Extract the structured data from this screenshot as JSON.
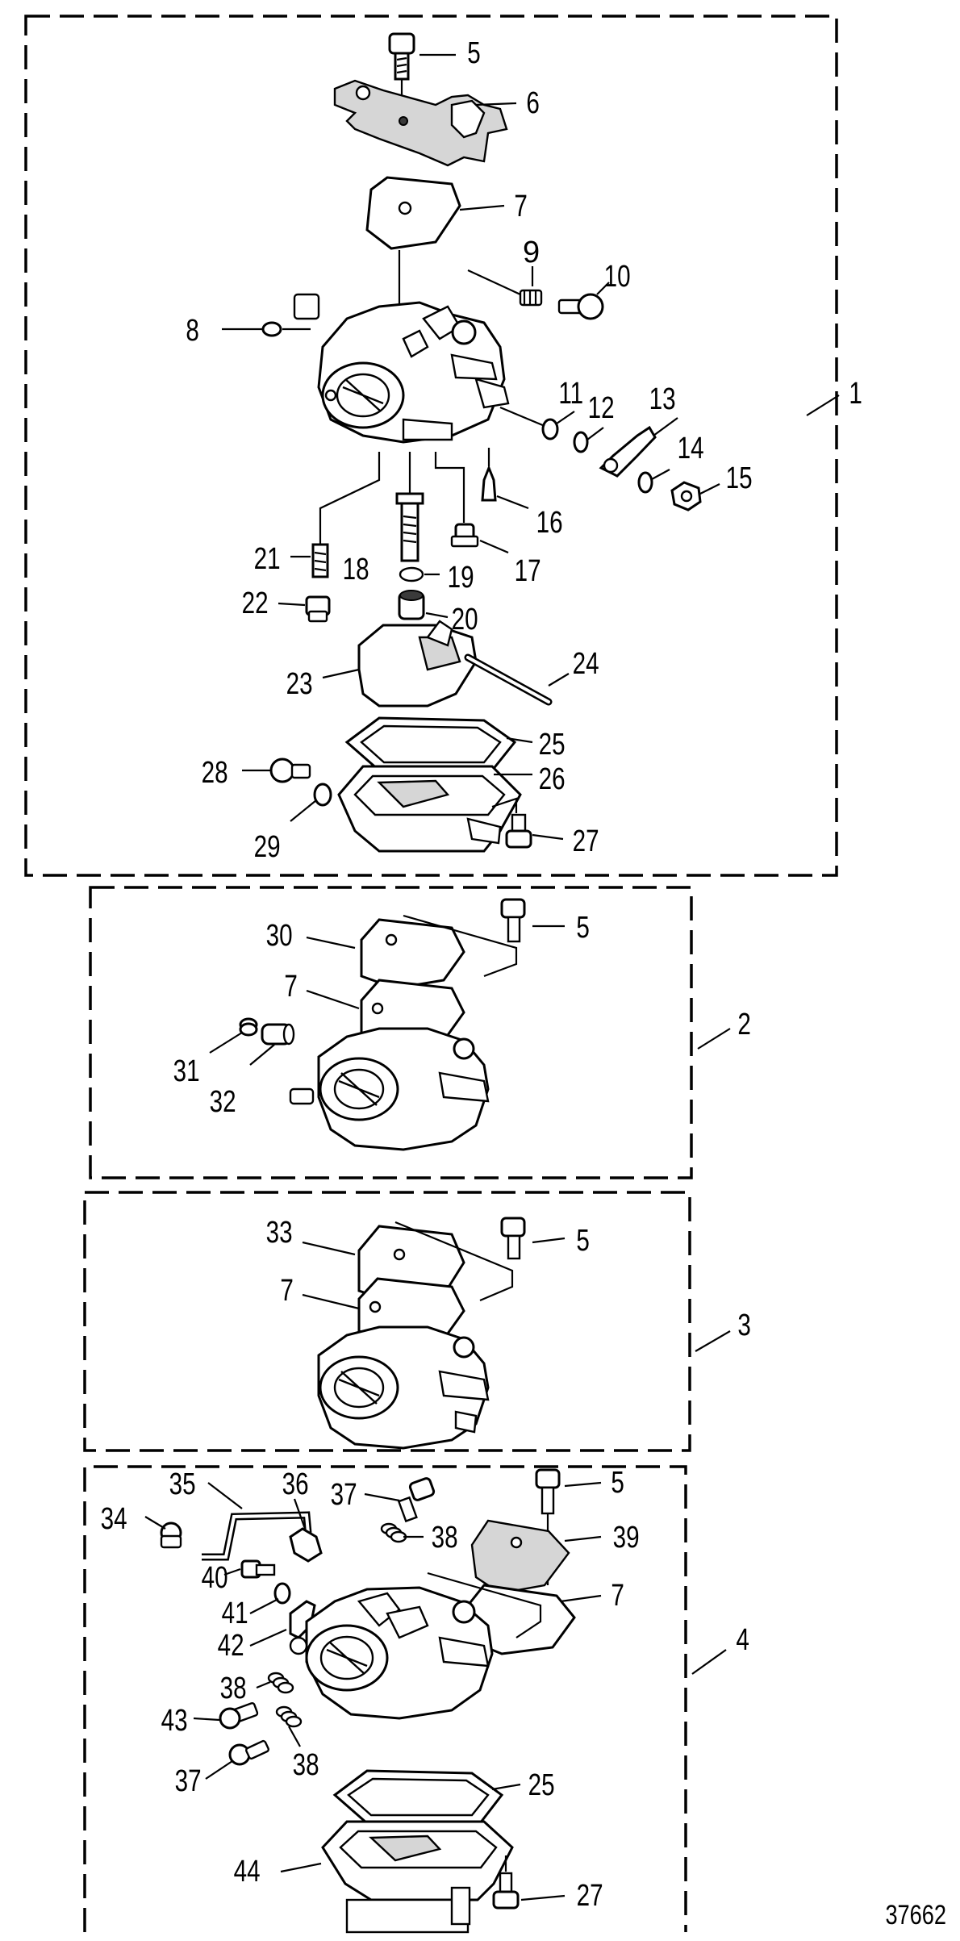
{
  "callouts": {
    "n1": "1",
    "n2": "2",
    "n3": "3",
    "n4": "4",
    "n5": "5",
    "n6": "6",
    "n7": "7",
    "n8": "8",
    "n9": "9",
    "n10": "10",
    "n11": "11",
    "n12": "12",
    "n13": "13",
    "n14": "14",
    "n15": "15",
    "n16": "16",
    "n17": "17",
    "n18": "18",
    "n19": "19",
    "n20": "20",
    "n21": "21",
    "n22": "22",
    "n23": "23",
    "n24": "24",
    "n25": "25",
    "n26": "26",
    "n27": "27",
    "n28": "28",
    "n29": "29",
    "n30": "30",
    "n31": "31",
    "n32": "32",
    "n33": "33",
    "n34": "34",
    "n35": "35",
    "n36": "36",
    "n37": "37",
    "n38": "38",
    "n39": "39",
    "n40": "40",
    "n41": "41",
    "n42": "42",
    "n43": "43",
    "n44": "44"
  },
  "reference_number": "37662",
  "icons": {
    "carburetor": "carburetor-icon",
    "screw": "screw-icon",
    "gasket": "gasket-icon",
    "float_bowl": "float-bowl-icon",
    "float": "float-icon"
  }
}
